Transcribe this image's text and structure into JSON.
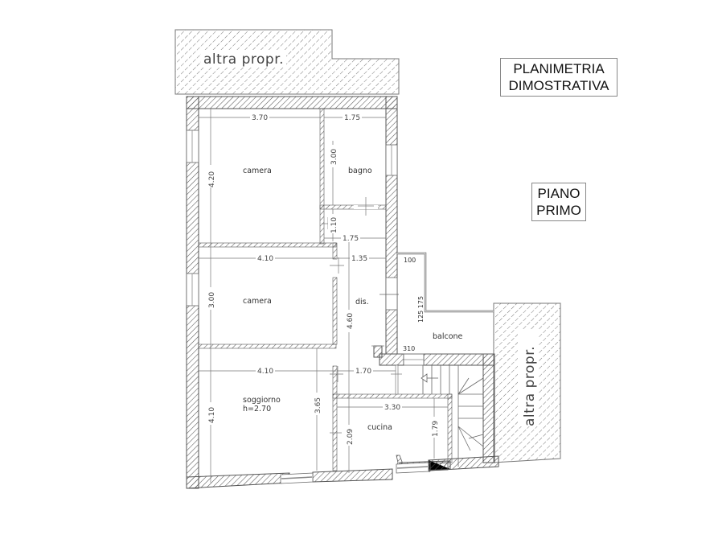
{
  "title": {
    "line1": "PLANIMETRIA",
    "line2": "DIMOSTRATIVA"
  },
  "floor": {
    "line1": "PIANO",
    "line2": "PRIMO"
  },
  "neighbors": {
    "top": "altra propr.",
    "right": "altra propr."
  },
  "rooms": {
    "camera_top": "camera",
    "bagno": "bagno",
    "camera_mid": "camera",
    "disimpegno": "dis.",
    "balcone": "balcone",
    "soggiorno": "soggiorno",
    "soggiorno_height": "h=2.70",
    "cucina": "cucina"
  },
  "dimensions": {
    "camera_top_width": "3.70",
    "camera_top_depth": "4.20",
    "bagno_width": "1.75",
    "bagno_depth": "3.00",
    "corridor_upper_width": "1.75",
    "corridor_upper_depth": "1.10",
    "camera_mid_width": "4.10",
    "camera_mid_depth": "3.00",
    "dis_width": "1.35",
    "dis_depth": "4.60",
    "soggiorno_width": "4.10",
    "soggiorno_depth": "4.10",
    "soggiorno_depth_inner": "3.65",
    "landing_width": "1.70",
    "cucina_width": "3.30",
    "cucina_depth_left": "2.09",
    "cucina_depth_right": "1.79",
    "balcone_top": "100",
    "balcone_side": "125 175",
    "balcone_bottom": "310"
  },
  "colors": {
    "wall_hatch": "#555555",
    "line": "#666666",
    "text": "#333333",
    "background": "#ffffff"
  }
}
